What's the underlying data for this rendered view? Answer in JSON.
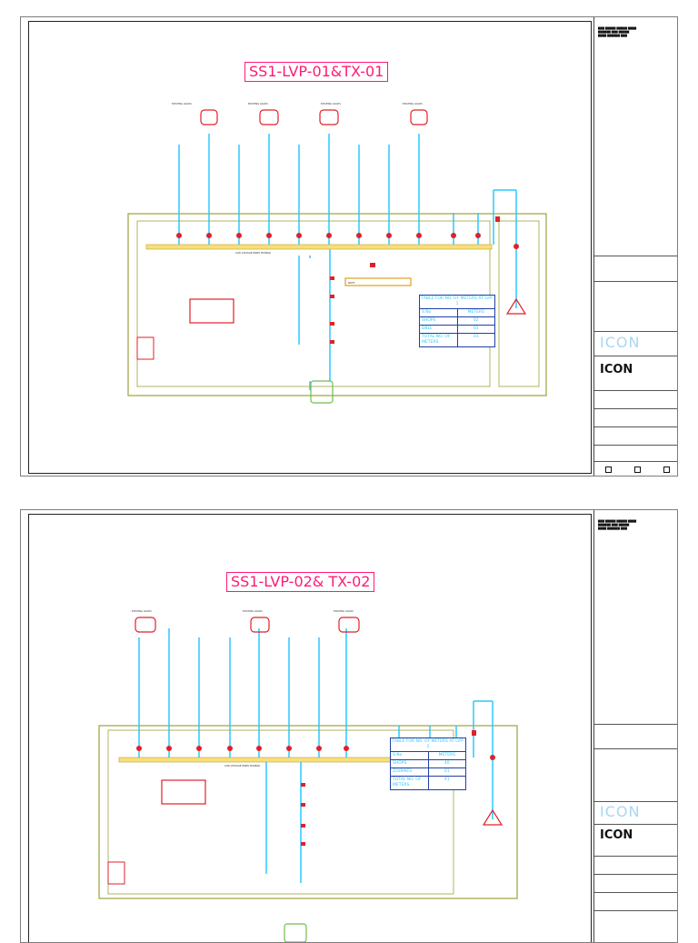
{
  "sheets": [
    {
      "title": "SS1-LVP-01&TX-01",
      "table": {
        "heading": "TABLE FOR NO. OF METERS AT LVP-1",
        "rows": [
          [
            "S.No",
            "METERS"
          ],
          [
            "SHOPS",
            "02"
          ],
          [
            "DBLL",
            "01"
          ],
          [
            "TOTAL NO. OF METERS",
            "03"
          ]
        ]
      }
    },
    {
      "title": "SS1-LVP-02& TX-02",
      "table": {
        "heading": "TABLE FOR NO. OF METERS AT LVP-2",
        "rows": [
          [
            "S.No",
            "METERS"
          ],
          [
            "SHOPS",
            "40"
          ],
          [
            "ZOOMIES",
            "01"
          ],
          [
            "TOTAL NO. OF METERS",
            "41"
          ]
        ]
      }
    }
  ],
  "title_block": {
    "logo": "ICON"
  },
  "colors": {
    "title": "#ff1a75",
    "feeder": "#2cc8ff",
    "busbar": "#f5e07a",
    "frame": "#9ea23a",
    "red": "#e0202a",
    "table_border": "#1f3fa8"
  }
}
